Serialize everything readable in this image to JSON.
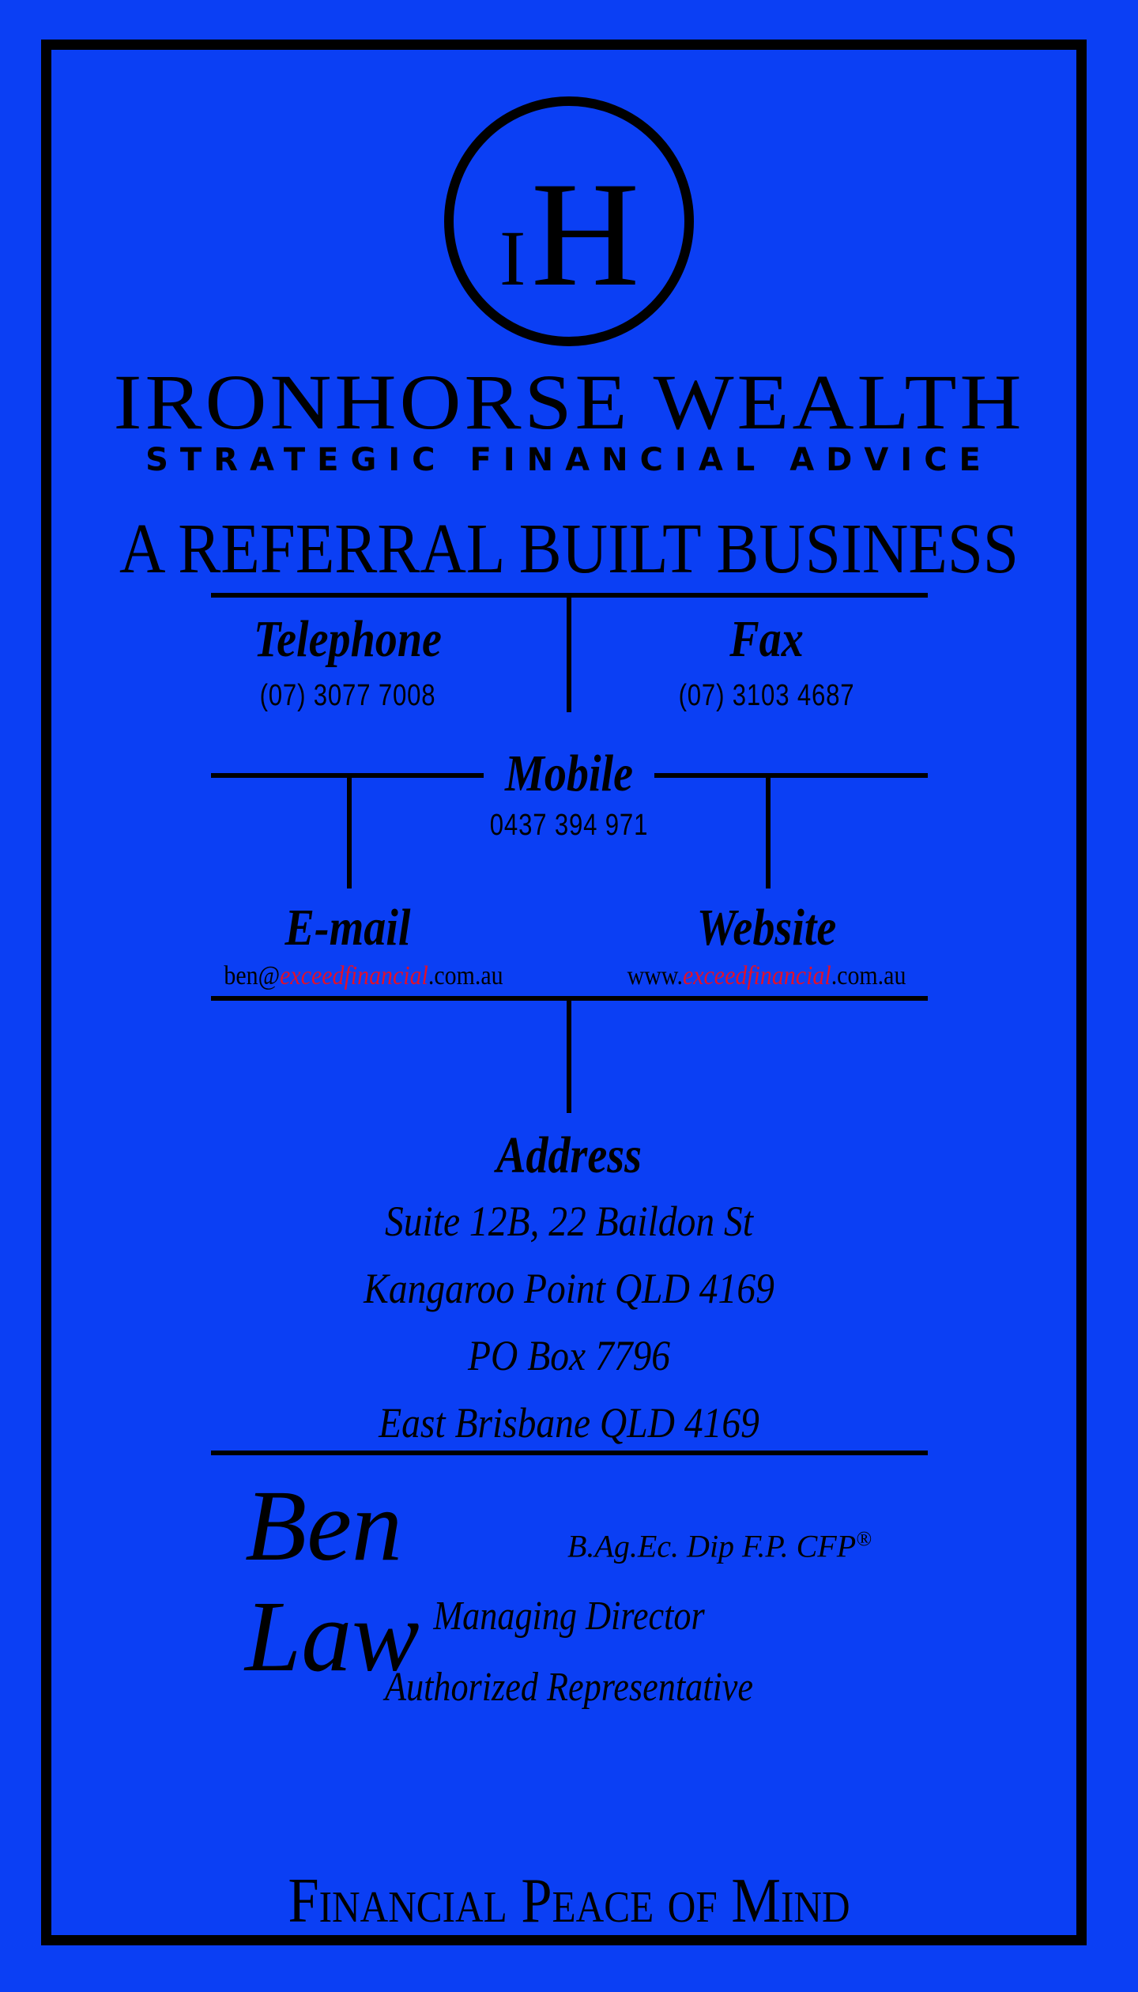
{
  "logo": {
    "monogram_small": "I",
    "monogram_large": "H"
  },
  "brand": {
    "name": "IRONHORSE WEALTH",
    "tagline": "STRATEGIC FINANCIAL ADVICE",
    "headline": "A REFERRAL BUILT BUSINESS"
  },
  "contact": {
    "telephone": {
      "label": "Telephone",
      "value": "(07)  3077 7008"
    },
    "fax": {
      "label": "Fax",
      "value": "(07)  3103 4687"
    },
    "mobile": {
      "label": "Mobile",
      "value": "0437 394 971"
    },
    "email": {
      "label": "E-mail",
      "prefix": "ben@",
      "highlight": "exceedfinancial",
      "suffix": ".com.au"
    },
    "website": {
      "label": "Website",
      "prefix": "www.",
      "highlight": "exceedfinancial",
      "suffix": ".com.au"
    }
  },
  "address": {
    "label": "Address",
    "lines": [
      "Suite 12B, 22 Baildon St",
      "Kangaroo Point QLD 4169",
      "PO Box 7796",
      "East Brisbane QLD 4169"
    ]
  },
  "person": {
    "name": "Ben Law",
    "credentials": "B.Ag.Ec. Dip F.P. CFP",
    "registered": "®",
    "title": "Managing Director",
    "role": "Authorized Representative"
  },
  "footer": {
    "slogan": "Financial Peace of Mind"
  },
  "colors": {
    "background": "#0b3ff4",
    "ink": "#000000",
    "highlight": "#e0102c"
  }
}
